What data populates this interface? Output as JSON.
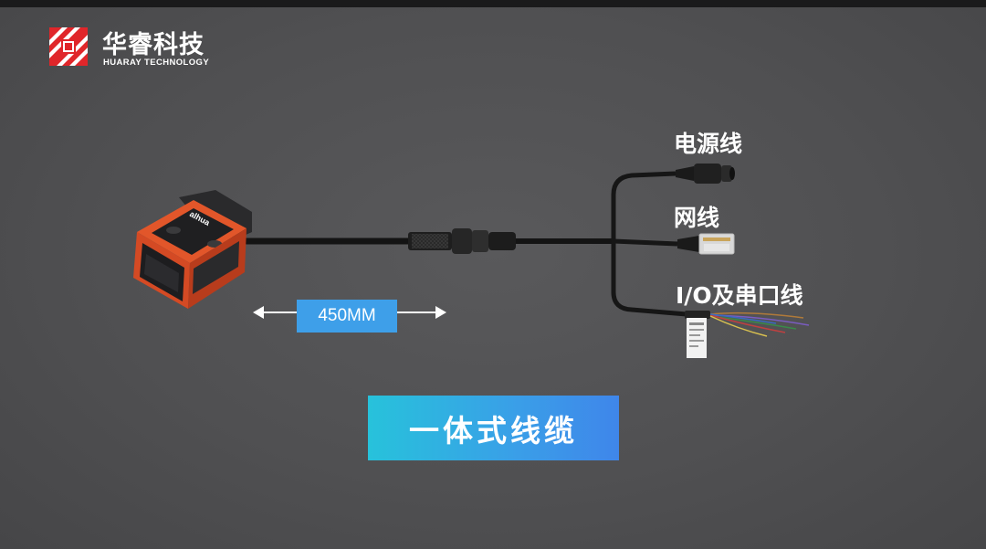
{
  "brand": {
    "name_cn": "华睿科技",
    "name_en": "HUARAY TECHNOLOGY",
    "color": "#e0262a"
  },
  "device": {
    "front_logo": "alhua"
  },
  "connectors": [
    {
      "label": "电源线",
      "icon": "power-plug-icon"
    },
    {
      "label": "网线",
      "icon": "rj45-plug-icon"
    },
    {
      "label": "I/O及串口线",
      "icon": "loose-wires-icon"
    }
  ],
  "cable_length": {
    "label": "450MM"
  },
  "title": {
    "text": "一体式线缆"
  },
  "colors": {
    "background": "#525254",
    "badge": "#3e9fe9",
    "banner_start": "#27c2db",
    "banner_end": "#3f86ea",
    "device_body": "#e2562a"
  }
}
